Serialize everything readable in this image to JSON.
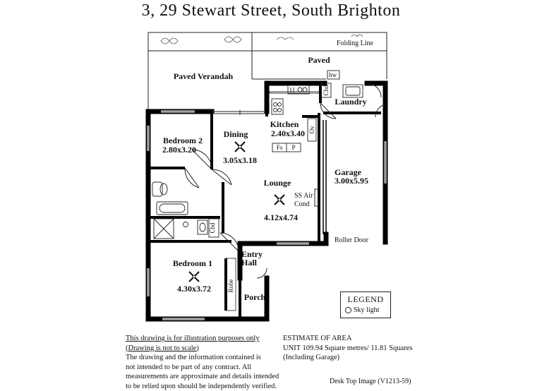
{
  "title": "3, 29  Stewart Street,  South Brighton",
  "rooms": {
    "paved_verandah": "Paved Verandah",
    "paved": "Paved",
    "folding_line": "Folding Line",
    "hw": "hw",
    "kitchen_name": "Kitchen",
    "kitchen_dim": "2.40x3.40",
    "ov": "Ov",
    "fs": "Fs",
    "p": "P",
    "cbd_kitchen": "Cbd",
    "laundry": "Laundry",
    "garage_name": "Garage",
    "garage_dim": "3.00x5.95",
    "roller_door": "Roller Door",
    "dining_name": "Dining",
    "dining_dim": "3.05x3.18",
    "bedroom2_name": "Bedroom 2",
    "bedroom2_dim": "2.80x3.20",
    "lounge_name": "Lounge",
    "lounge_dim": "4.12x4.74",
    "ss_air": "SS Air",
    "cond": "Cond",
    "cbd_bath": "Cbd",
    "entry": "Entry",
    "hall": "Hall",
    "bedroom1_name": "Bedroom 1",
    "bedroom1_dim": "4.30x3.72",
    "robe": "Robe",
    "porch": "Porch"
  },
  "legend": {
    "heading": "LEGEND",
    "item": "Sky light"
  },
  "disclaimer": {
    "line1": "This drawing is for illustration purposes only",
    "line2": "(Drawing is not to scale)",
    "line3": "The drawing and the information contained is",
    "line4": "not intended to be part of any contract.  All",
    "line5": "measurements are approximate and details intended",
    "line6": "to be relied upon should be independently verified."
  },
  "estimate": {
    "line1": "ESTIMATE OF AREA",
    "line2": "UNIT  109.94 Square metres/ 11.81 Squares",
    "line3": "(Including Garage)"
  },
  "image_code": "Desk Top Image  (V1213-59)"
}
